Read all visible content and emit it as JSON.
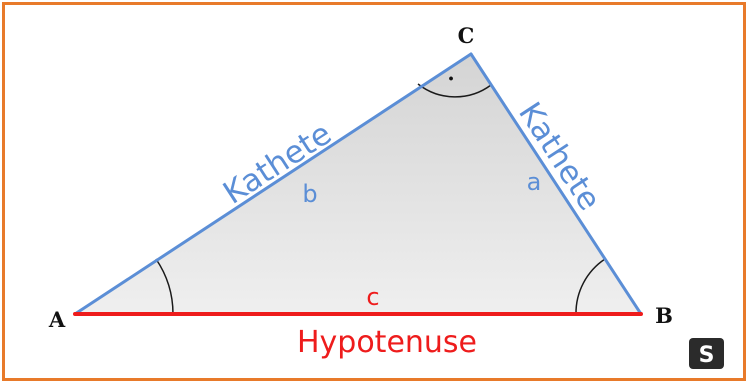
{
  "diagram": {
    "vertices": {
      "a": "A",
      "b": "B",
      "c": "C"
    },
    "legs": {
      "b": {
        "word": "Kathete",
        "letter": "b"
      },
      "a": {
        "word": "Kathete",
        "letter": "a"
      }
    },
    "hypotenuse": {
      "letter": "c",
      "word": "Hypotenuse"
    },
    "right_angle_mark": "·"
  },
  "colors": {
    "frame": "#e87a2a",
    "leg": "#5b8ed6",
    "hypotenuse": "#ee1c1c",
    "fill_top": "#d4d4d4",
    "fill_bottom": "#efefef"
  },
  "logo": {
    "glyph": "S",
    "icon": "logo-s-icon"
  }
}
